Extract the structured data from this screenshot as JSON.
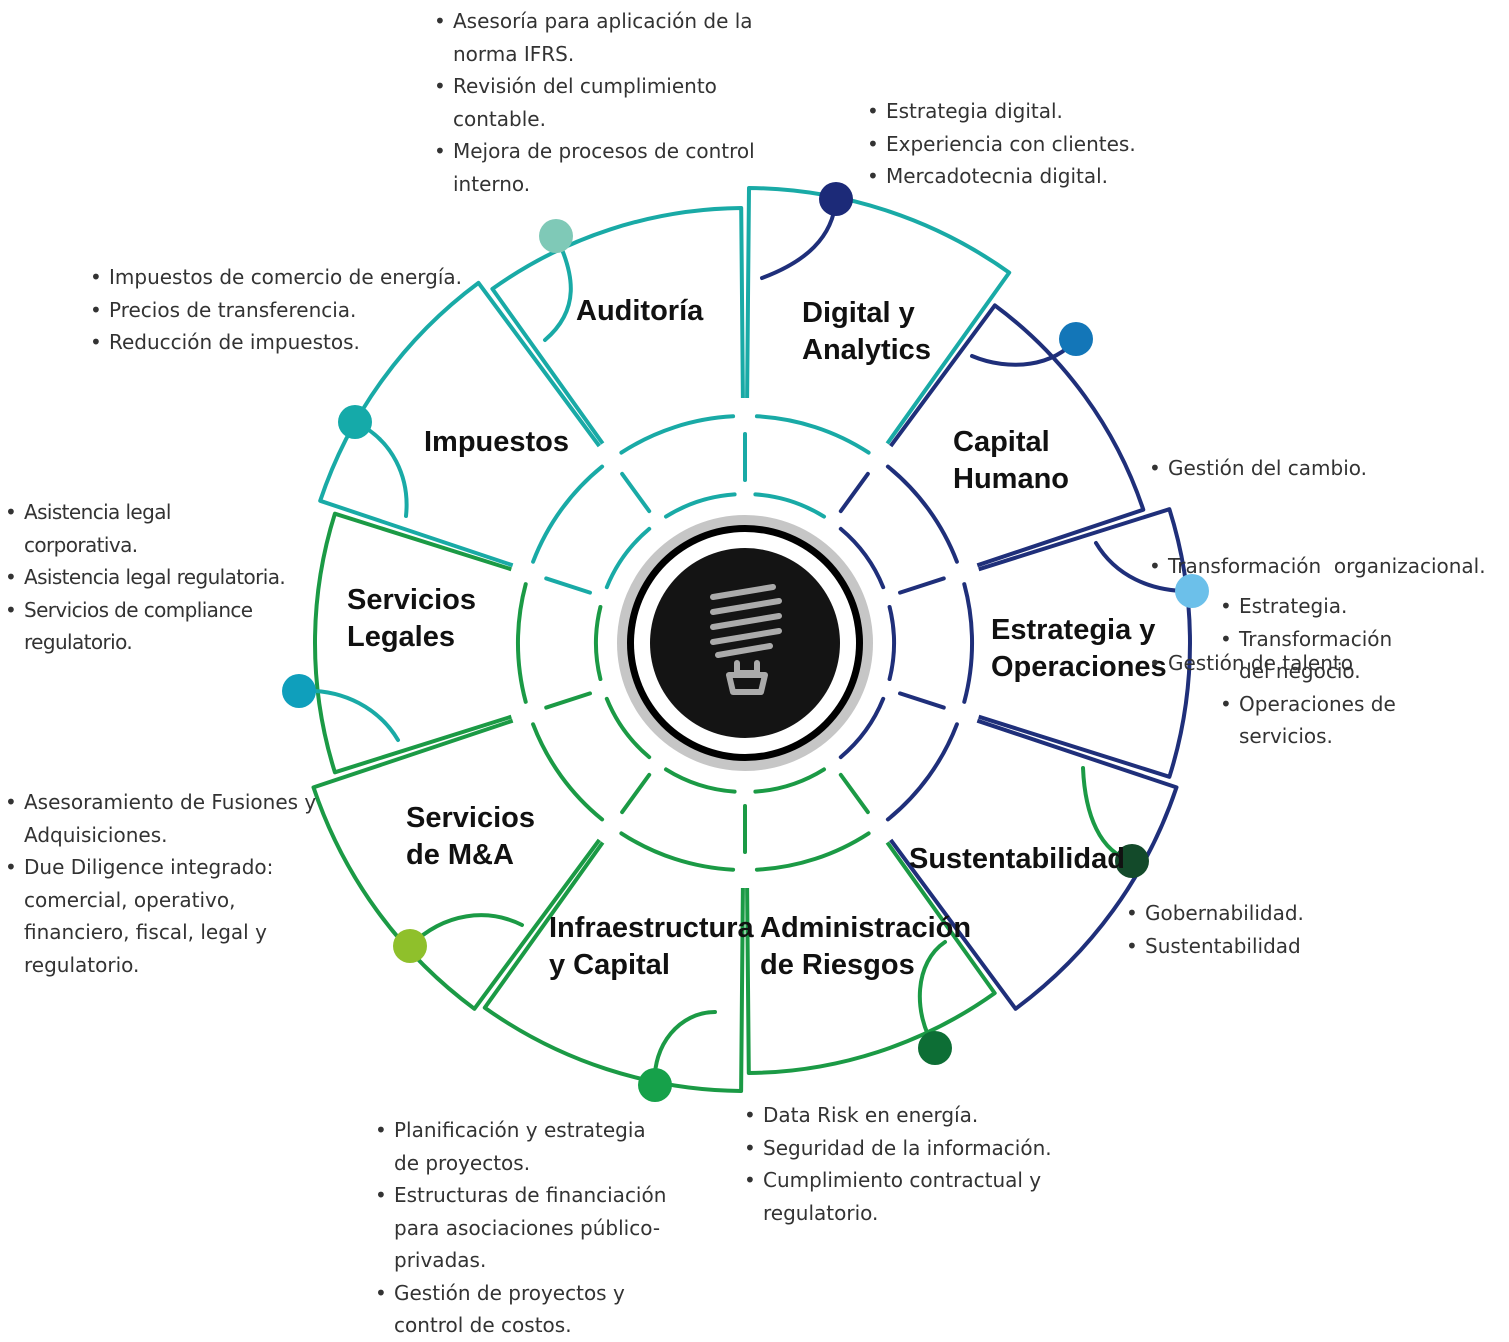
{
  "colors": {
    "teal": "#19aaa6",
    "navy": "#1f2f7a",
    "green": "#1b9a45",
    "center_ring_outer": "#c6c6c6",
    "center_ring_mid": "#000000",
    "center_core": "#141414",
    "bulb_icon": "#ababab"
  },
  "center": {
    "icon": "light-bulb-icon"
  },
  "segments": [
    {
      "id": "auditoria",
      "title_lines": [
        "Auditoría"
      ],
      "dot_color": "#7fc9b7",
      "items": [
        "Asesoría para aplicación de la norma IFRS.",
        "Revisión del cumplimiento contable.",
        "Mejora de procesos de control interno."
      ]
    },
    {
      "id": "digital",
      "title_lines": [
        "Digital y",
        "Analytics"
      ],
      "dot_color": "#1c2a78",
      "items": [
        "Estrategia digital.",
        "Experiencia con clientes.",
        "Mercadotecnia digital."
      ]
    },
    {
      "id": "capital-humano",
      "title_lines": [
        "Capital",
        "Humano"
      ],
      "dot_color": "#1376b8",
      "items": [
        "Gestión del cambio.",
        "Transformación  organizacional.",
        "Gestión de talento"
      ]
    },
    {
      "id": "estrategia",
      "title_lines": [
        "Estrategia y",
        "Operaciones"
      ],
      "dot_color": "#6cc0ea",
      "items": [
        "Estrategia.",
        "Transformación del negocio.",
        "Operaciones de servicios."
      ]
    },
    {
      "id": "sustentabilidad",
      "title_lines": [
        "Sustentabilidad"
      ],
      "dot_color": "#134a2a",
      "items": [
        "Gobernabilidad.",
        "Sustentabilidad"
      ]
    },
    {
      "id": "riesgos",
      "title_lines": [
        "Administración",
        "de Riesgos"
      ],
      "dot_color": "#0d6e35",
      "items": [
        "Data Risk en energía.",
        "Seguridad de la información.",
        "Cumplimiento contractual y regulatorio."
      ]
    },
    {
      "id": "infraestructura",
      "title_lines": [
        "Infraestructura",
        "y Capital"
      ],
      "dot_color": "#16a14a",
      "items": [
        "Planificación y estrategia de proyectos.",
        "Estructuras de financiación para asociaciones público-privadas.",
        "Gestión de proyectos y control de costos."
      ]
    },
    {
      "id": "ma",
      "title_lines": [
        "Servicios",
        "de M&A"
      ],
      "dot_color": "#8fc02b",
      "items": [
        "Asesoramiento de Fusiones y Adquisiciones.",
        "Due Diligence integrado: comercial, operativo, financiero, fiscal, legal y regulatorio."
      ]
    },
    {
      "id": "legales",
      "title_lines": [
        "Servicios",
        "Legales"
      ],
      "dot_color": "#0f9fbc",
      "items": [
        "Asistencia legal corporativa.",
        "Asistencia legal regulatoria.",
        "Servicios de compliance regulatorio."
      ]
    },
    {
      "id": "impuestos",
      "title_lines": [
        "Impuestos"
      ],
      "dot_color": "#15aaa9",
      "items": [
        "Impuestos de comercio de energía.",
        "Precios de transferencia.",
        "Reducción de impuestos."
      ]
    }
  ]
}
